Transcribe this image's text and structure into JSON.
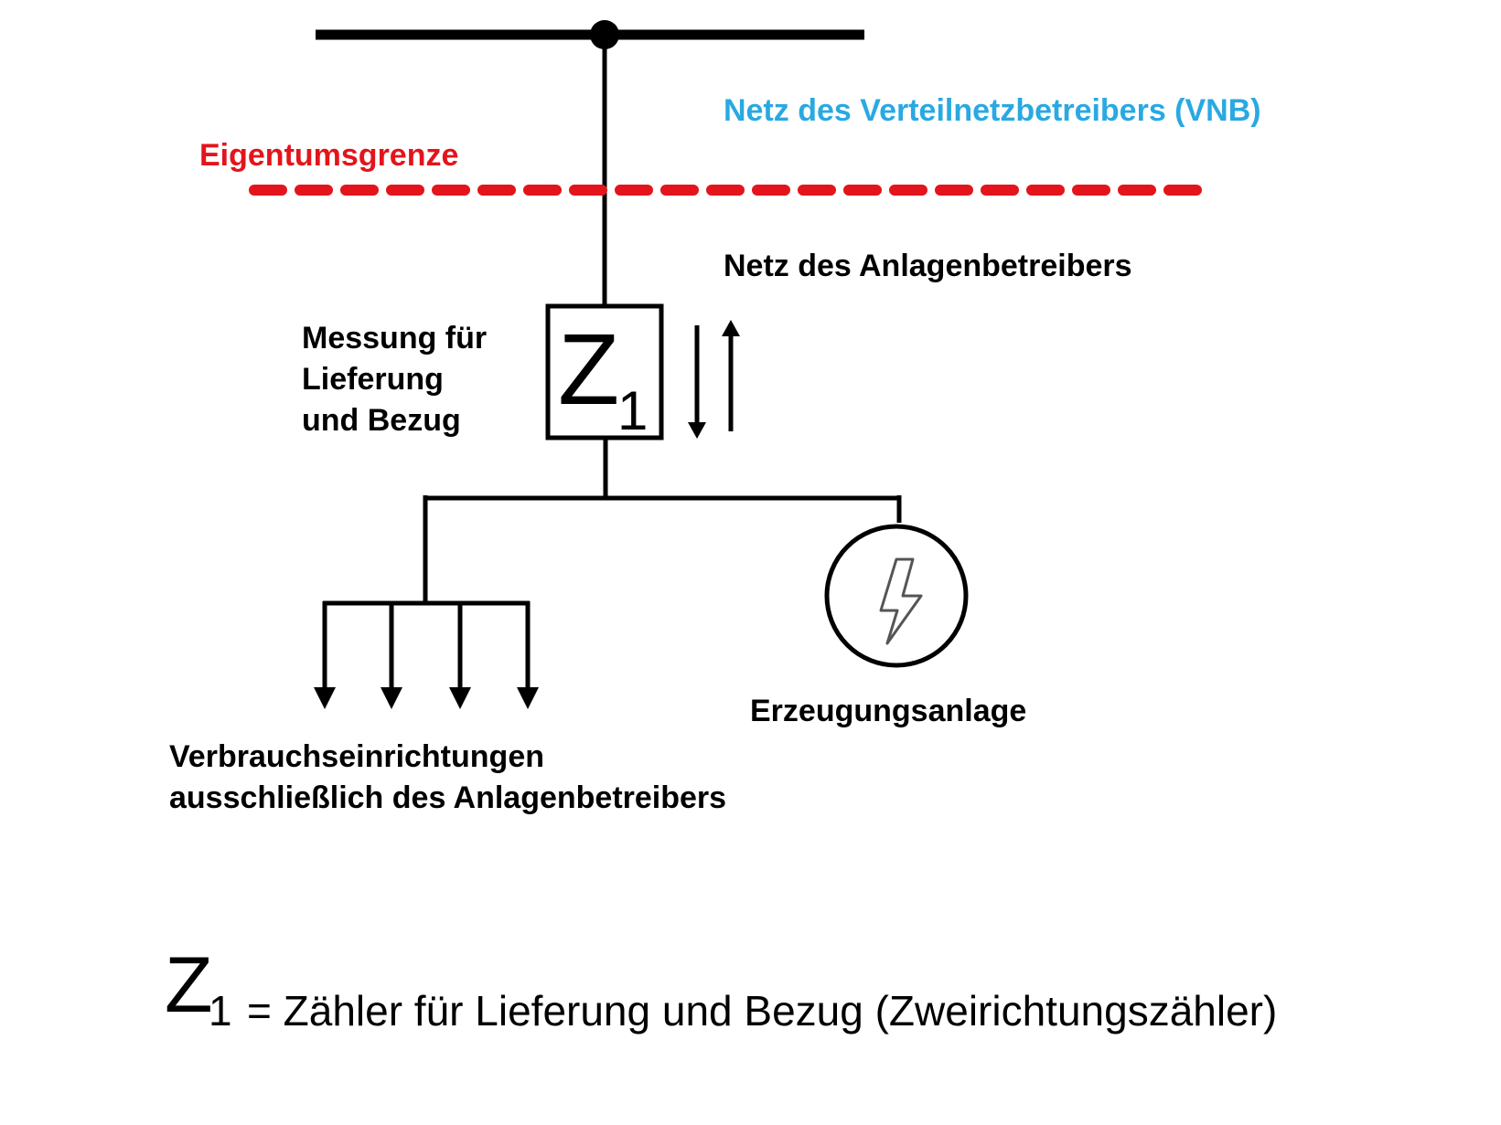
{
  "labels": {
    "vnb_network": "Netz des Verteilnetzbetreibers (VNB)",
    "ownership_boundary": "Eigentumsgrenze",
    "operator_network": "Netz des Anlagenbetreibers",
    "measurement_line1": "Messung für",
    "measurement_line2": "Lieferung",
    "measurement_line3": "und Bezug",
    "generation": "Erzeugungsanlage",
    "consumers_line1": "Verbrauchseinrichtungen",
    "consumers_line2": "ausschließlich des Anlagenbetreibers"
  },
  "meter": {
    "symbol": "Z",
    "index": "1"
  },
  "legend": {
    "symbol": "Z",
    "index": "1",
    "text": "= Zähler für Lieferung und Bezug (Zweirichtungszähler)"
  },
  "colors": {
    "vnb": "#29a9e1",
    "boundary": "#e3141b",
    "lines": "#000000"
  },
  "icons": {
    "generator": "lightning-bolt-icon",
    "flow": "bidirectional-arrows-icon",
    "consumer": "down-arrow-icon"
  }
}
